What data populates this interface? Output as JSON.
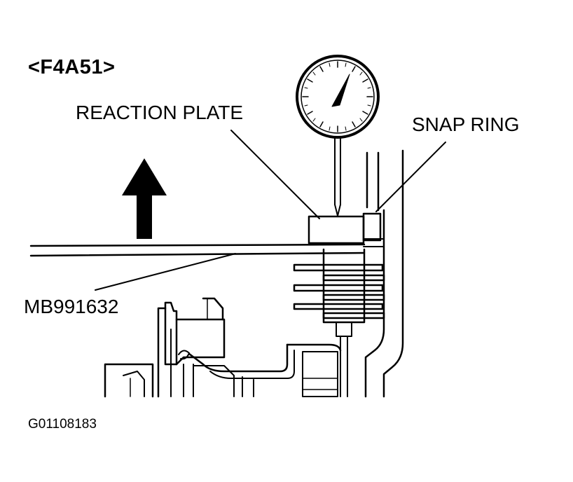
{
  "diagram": {
    "model_label": "<F4A51>",
    "labels": {
      "reaction_plate": "REACTION PLATE",
      "snap_ring": "SNAP RING",
      "special_tool": "MB991632"
    },
    "figure_id": "G01108183",
    "colors": {
      "ink": "#000000",
      "paper": "#ffffff"
    },
    "icons": [
      "dial-gauge-icon",
      "up-arrow-icon"
    ]
  }
}
